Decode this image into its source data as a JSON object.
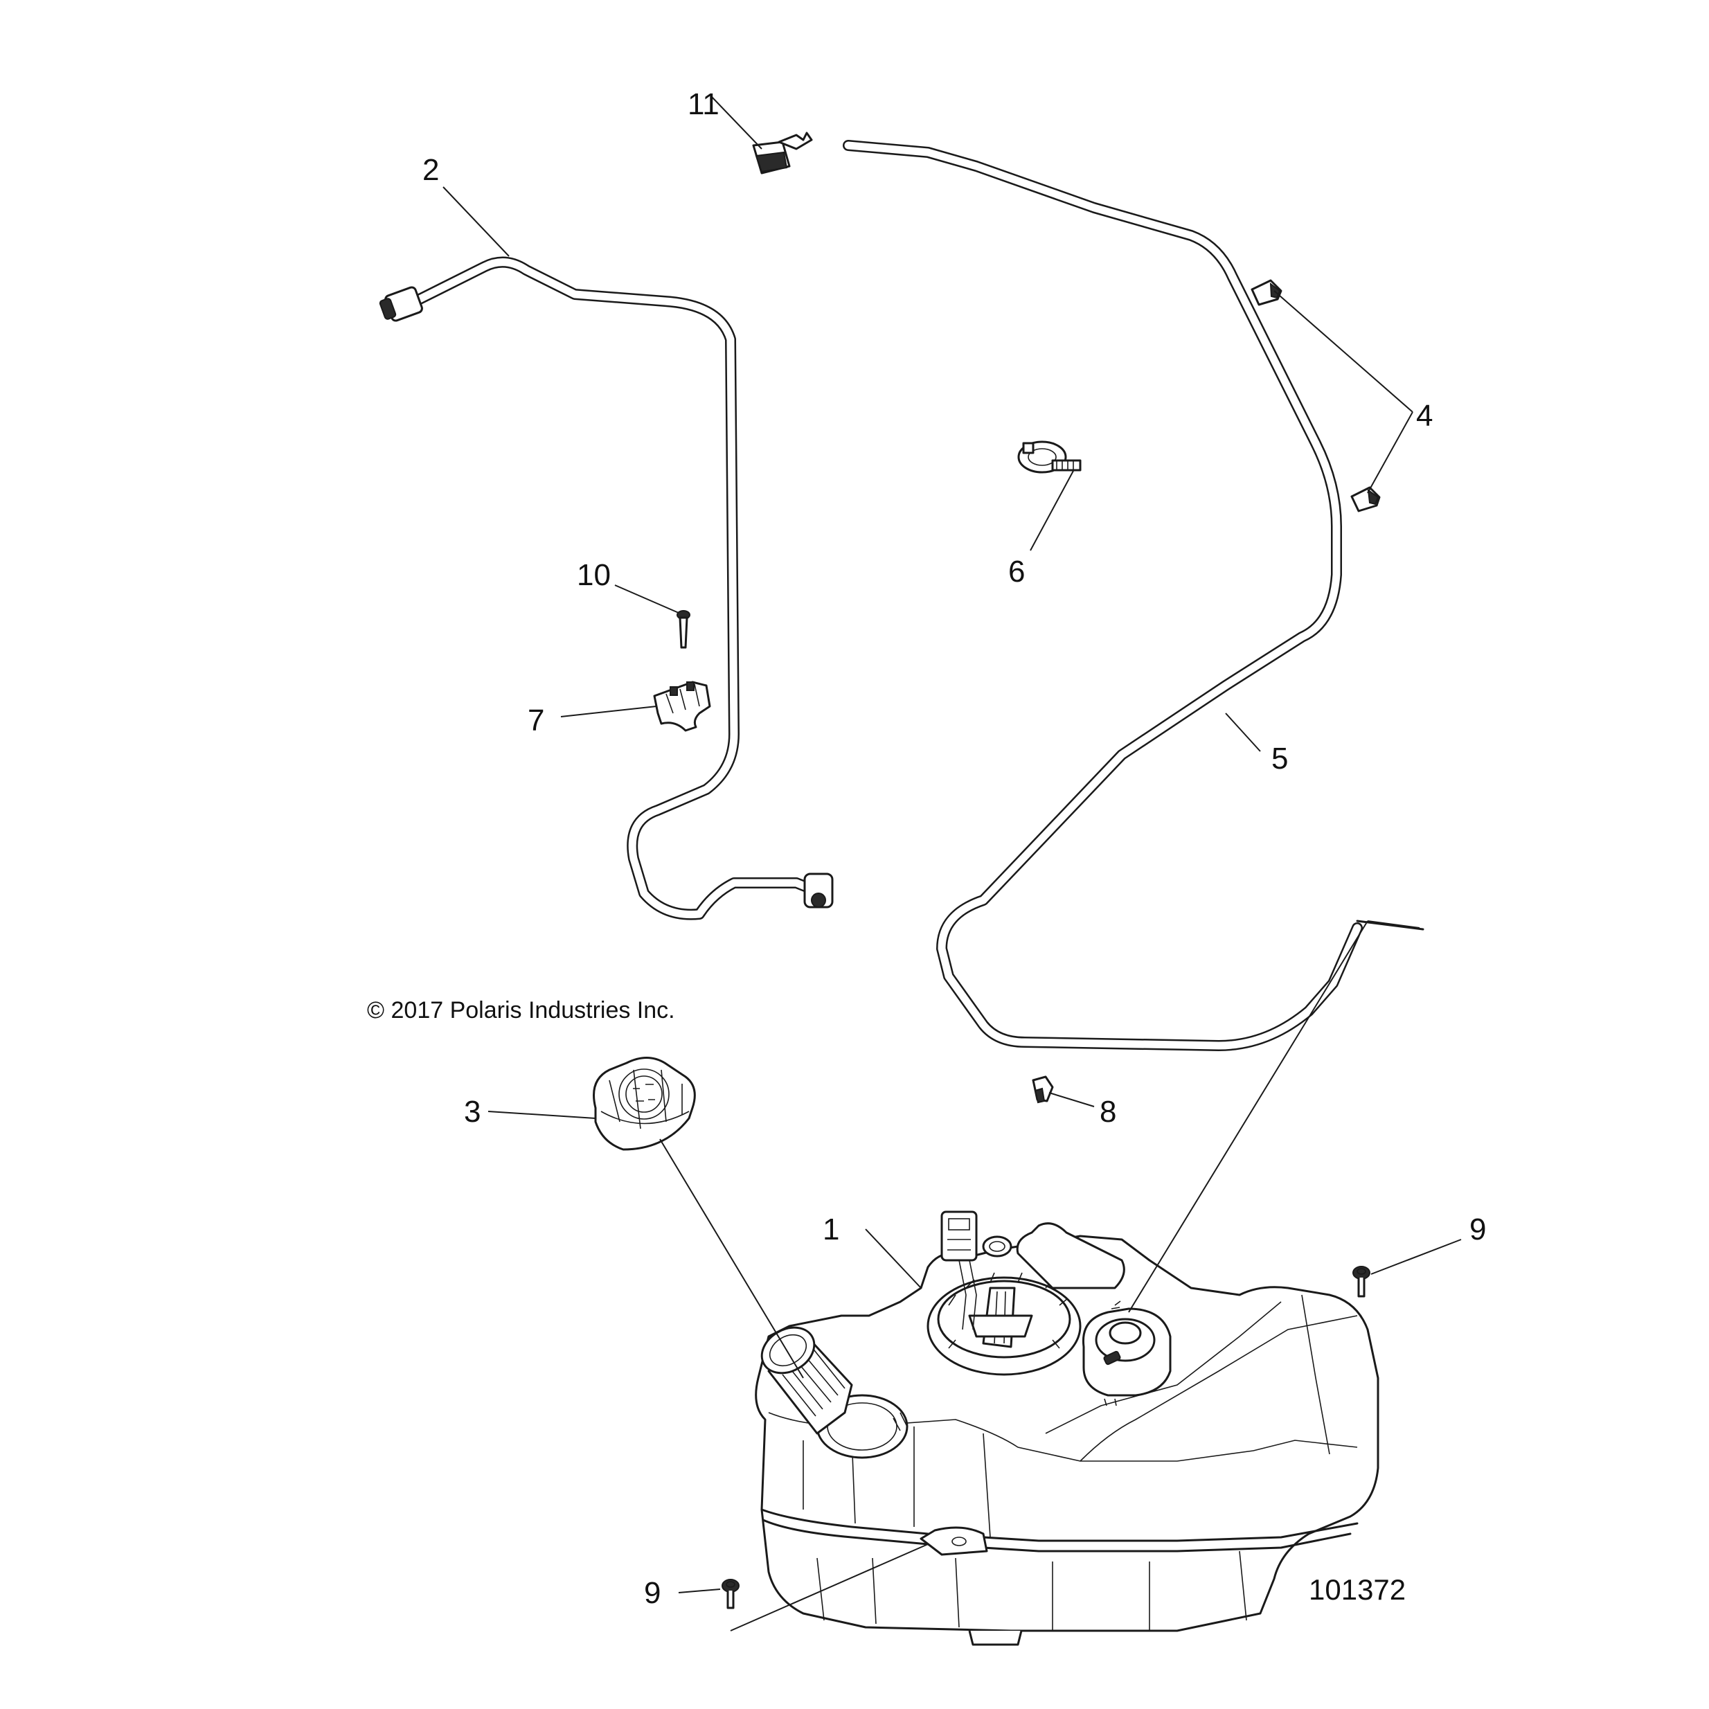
{
  "copyright": "© 2017 Polaris Industries Inc.",
  "figure_number": "101372",
  "callouts": [
    {
      "id": "c1",
      "text": "1"
    },
    {
      "id": "c2",
      "text": "2"
    },
    {
      "id": "c3",
      "text": "3"
    },
    {
      "id": "c4",
      "text": "4"
    },
    {
      "id": "c5",
      "text": "5"
    },
    {
      "id": "c6",
      "text": "6"
    },
    {
      "id": "c7",
      "text": "7"
    },
    {
      "id": "c8",
      "text": "8"
    },
    {
      "id": "c9a",
      "text": "9"
    },
    {
      "id": "c9b",
      "text": "9"
    },
    {
      "id": "c10",
      "text": "10"
    },
    {
      "id": "c11",
      "text": "11"
    }
  ]
}
